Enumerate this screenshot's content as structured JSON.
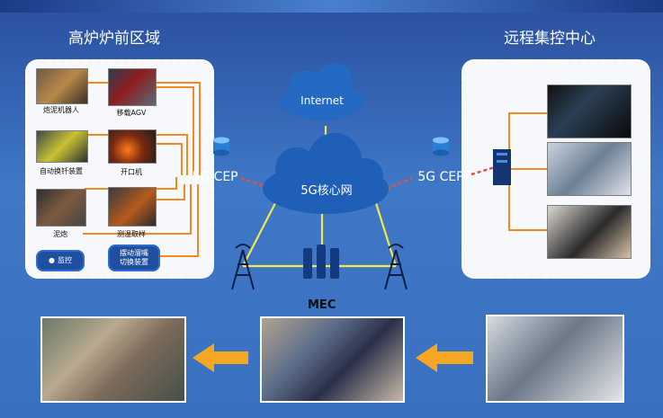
{
  "headings": {
    "left": "高炉炉前区域",
    "right": "远程集控中心"
  },
  "left_devices": [
    {
      "label": "炮泥机器人"
    },
    {
      "label": "移载AGV"
    },
    {
      "label": "自动换钎装置"
    },
    {
      "label": "开口机"
    },
    {
      "label": "泥炮"
    },
    {
      "label": "测温取样"
    }
  ],
  "left_buttons": {
    "monitor": "监控",
    "switch": "摆动溜嘴\n切换装置"
  },
  "network": {
    "cep_left": "5G CEP",
    "cep_right": "5G CEP",
    "internet": "Internet",
    "core": "5G核心网",
    "mec": "MEC"
  },
  "colors": {
    "line_orange": "#f28a1e",
    "line_yellow": "#f3e64a",
    "link_red": "#e0533d",
    "cloud_blue": "#1f5fb8",
    "arrow": "#f5a623"
  },
  "icons": [
    "database-icon",
    "cloud-icon",
    "antenna-icon",
    "server-icon",
    "switch-icon",
    "camera-icon",
    "arrow-left-icon"
  ]
}
